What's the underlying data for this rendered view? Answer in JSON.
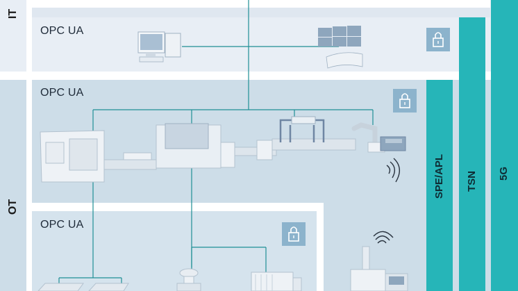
{
  "zones": {
    "it": {
      "label": "IT",
      "protocol": "OPC UA"
    },
    "ot": {
      "label": "OT",
      "protocol": "OPC UA"
    },
    "field": {
      "protocol": "OPC UA"
    }
  },
  "technologies": [
    {
      "label": "SPE/APL"
    },
    {
      "label": "TSN"
    },
    {
      "label": "5G"
    }
  ],
  "colors": {
    "bar": "#26b5b8",
    "lock": "#8cb3cc",
    "network_line": "#1f8f95",
    "it_band": "#e8eef5",
    "ot_band": "#cddde8"
  },
  "icons": [
    "desktop-computer-icon",
    "control-room-monitors-icon",
    "lock-icon",
    "production-line-icon",
    "robot-arm-icon",
    "wireless-signal-icon",
    "motor-icon",
    "pipe-sensor-icon"
  ]
}
